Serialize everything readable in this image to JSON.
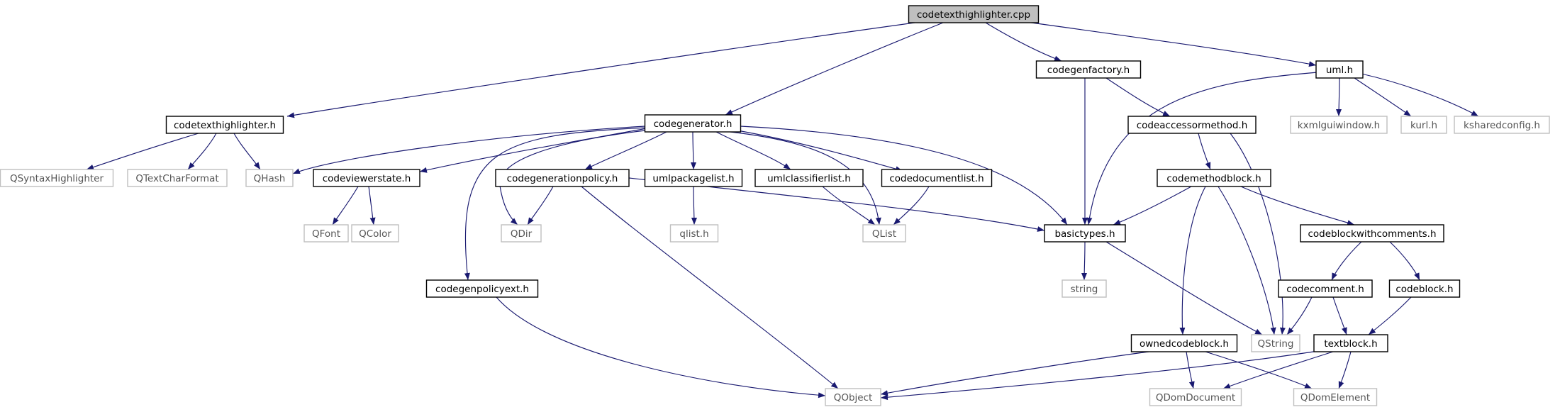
{
  "graph": {
    "colors": {
      "edge": "#191970",
      "root_fill": "#bfbfbf",
      "file_fill": "#ffffff",
      "file_border": "#000000",
      "external_border": "#bfbfbf",
      "external_text": "#555555"
    },
    "nodes": [
      {
        "id": "codetexthighlighter_cpp",
        "label": "codetexthighlighter.cpp",
        "kind": "root"
      },
      {
        "id": "codetexthighlighter_h",
        "label": "codetexthighlighter.h",
        "kind": "file"
      },
      {
        "id": "QSyntaxHighlighter",
        "label": "QSyntaxHighlighter",
        "kind": "external"
      },
      {
        "id": "QTextCharFormat",
        "label": "QTextCharFormat",
        "kind": "external"
      },
      {
        "id": "QHash",
        "label": "QHash",
        "kind": "external"
      },
      {
        "id": "codegenerator_h",
        "label": "codegenerator.h",
        "kind": "file"
      },
      {
        "id": "codeviewerstate_h",
        "label": "codeviewerstate.h",
        "kind": "file"
      },
      {
        "id": "QFont",
        "label": "QFont",
        "kind": "external"
      },
      {
        "id": "QColor",
        "label": "QColor",
        "kind": "external"
      },
      {
        "id": "QDir",
        "label": "QDir",
        "kind": "external"
      },
      {
        "id": "codegenerationpolicy_h",
        "label": "codegenerationpolicy.h",
        "kind": "file"
      },
      {
        "id": "umlpackagelist_h",
        "label": "umlpackagelist.h",
        "kind": "file"
      },
      {
        "id": "qlist_h",
        "label": "qlist.h",
        "kind": "external"
      },
      {
        "id": "umlclassifierlist_h",
        "label": "umlclassifierlist.h",
        "kind": "file"
      },
      {
        "id": "QList",
        "label": "QList",
        "kind": "external"
      },
      {
        "id": "codedocumentlist_h",
        "label": "codedocumentlist.h",
        "kind": "file"
      },
      {
        "id": "codegenpolicyext_h",
        "label": "codegenpolicyext.h",
        "kind": "file"
      },
      {
        "id": "QObject",
        "label": "QObject",
        "kind": "external"
      },
      {
        "id": "codegenfactory_h",
        "label": "codegenfactory.h",
        "kind": "file"
      },
      {
        "id": "basictypes_h",
        "label": "basictypes.h",
        "kind": "file"
      },
      {
        "id": "string",
        "label": "string",
        "kind": "external"
      },
      {
        "id": "codeaccessormethod_h",
        "label": "codeaccessormethod.h",
        "kind": "file"
      },
      {
        "id": "codemethodblock_h",
        "label": "codemethodblock.h",
        "kind": "file"
      },
      {
        "id": "ownedcodeblock_h",
        "label": "ownedcodeblock.h",
        "kind": "file"
      },
      {
        "id": "QDomDocument",
        "label": "QDomDocument",
        "kind": "external"
      },
      {
        "id": "QDomElement",
        "label": "QDomElement",
        "kind": "external"
      },
      {
        "id": "QString",
        "label": "QString",
        "kind": "external"
      },
      {
        "id": "codeblockwithcomments_h",
        "label": "codeblockwithcomments.h",
        "kind": "file"
      },
      {
        "id": "codecomment_h",
        "label": "codecomment.h",
        "kind": "file"
      },
      {
        "id": "codeblock_h",
        "label": "codeblock.h",
        "kind": "file"
      },
      {
        "id": "textblock_h",
        "label": "textblock.h",
        "kind": "file"
      },
      {
        "id": "uml_h",
        "label": "uml.h",
        "kind": "file"
      },
      {
        "id": "kxmlguiwindow_h",
        "label": "kxmlguiwindow.h",
        "kind": "external"
      },
      {
        "id": "kurl_h",
        "label": "kurl.h",
        "kind": "external"
      },
      {
        "id": "ksharedconfig_h",
        "label": "ksharedconfig.h",
        "kind": "external"
      }
    ],
    "edges": [
      {
        "from": "codetexthighlighter_cpp",
        "to": "codetexthighlighter_h"
      },
      {
        "from": "codetexthighlighter_cpp",
        "to": "codegenerator_h"
      },
      {
        "from": "codetexthighlighter_cpp",
        "to": "codegenfactory_h"
      },
      {
        "from": "codetexthighlighter_cpp",
        "to": "uml_h"
      },
      {
        "from": "codetexthighlighter_h",
        "to": "QSyntaxHighlighter"
      },
      {
        "from": "codetexthighlighter_h",
        "to": "QTextCharFormat"
      },
      {
        "from": "codetexthighlighter_h",
        "to": "QHash"
      },
      {
        "from": "codegenerator_h",
        "to": "QHash"
      },
      {
        "from": "codegenerator_h",
        "to": "codeviewerstate_h"
      },
      {
        "from": "codegenerator_h",
        "to": "QDir"
      },
      {
        "from": "codegenerator_h",
        "to": "codegenerationpolicy_h"
      },
      {
        "from": "codegenerator_h",
        "to": "umlpackagelist_h"
      },
      {
        "from": "codegenerator_h",
        "to": "umlclassifierlist_h"
      },
      {
        "from": "codegenerator_h",
        "to": "codedocumentlist_h"
      },
      {
        "from": "codegenerator_h",
        "to": "QList"
      },
      {
        "from": "codegenerator_h",
        "to": "basictypes_h"
      },
      {
        "from": "codegenerator_h",
        "to": "codegenpolicyext_h"
      },
      {
        "from": "codeviewerstate_h",
        "to": "QFont"
      },
      {
        "from": "codeviewerstate_h",
        "to": "QColor"
      },
      {
        "from": "codegenerationpolicy_h",
        "to": "QDir"
      },
      {
        "from": "codegenerationpolicy_h",
        "to": "basictypes_h"
      },
      {
        "from": "codegenerationpolicy_h",
        "to": "QObject"
      },
      {
        "from": "umlpackagelist_h",
        "to": "qlist_h"
      },
      {
        "from": "umlclassifierlist_h",
        "to": "QList"
      },
      {
        "from": "codedocumentlist_h",
        "to": "QList"
      },
      {
        "from": "codegenpolicyext_h",
        "to": "QObject"
      },
      {
        "from": "codegenfactory_h",
        "to": "codeaccessormethod_h"
      },
      {
        "from": "codegenfactory_h",
        "to": "basictypes_h"
      },
      {
        "from": "basictypes_h",
        "to": "string"
      },
      {
        "from": "basictypes_h",
        "to": "QString"
      },
      {
        "from": "codeaccessormethod_h",
        "to": "codemethodblock_h"
      },
      {
        "from": "codeaccessormethod_h",
        "to": "QString"
      },
      {
        "from": "codemethodblock_h",
        "to": "basictypes_h"
      },
      {
        "from": "codemethodblock_h",
        "to": "ownedcodeblock_h"
      },
      {
        "from": "codemethodblock_h",
        "to": "QString"
      },
      {
        "from": "codemethodblock_h",
        "to": "codeblockwithcomments_h"
      },
      {
        "from": "ownedcodeblock_h",
        "to": "QObject"
      },
      {
        "from": "ownedcodeblock_h",
        "to": "QDomDocument"
      },
      {
        "from": "ownedcodeblock_h",
        "to": "QDomElement"
      },
      {
        "from": "codeblockwithcomments_h",
        "to": "codecomment_h"
      },
      {
        "from": "codeblockwithcomments_h",
        "to": "codeblock_h"
      },
      {
        "from": "codecomment_h",
        "to": "QString"
      },
      {
        "from": "codecomment_h",
        "to": "textblock_h"
      },
      {
        "from": "codeblock_h",
        "to": "textblock_h"
      },
      {
        "from": "textblock_h",
        "to": "QObject"
      },
      {
        "from": "textblock_h",
        "to": "QDomDocument"
      },
      {
        "from": "textblock_h",
        "to": "QDomElement"
      },
      {
        "from": "uml_h",
        "to": "basictypes_h"
      },
      {
        "from": "uml_h",
        "to": "kxmlguiwindow_h"
      },
      {
        "from": "uml_h",
        "to": "kurl_h"
      },
      {
        "from": "uml_h",
        "to": "ksharedconfig_h"
      }
    ]
  }
}
